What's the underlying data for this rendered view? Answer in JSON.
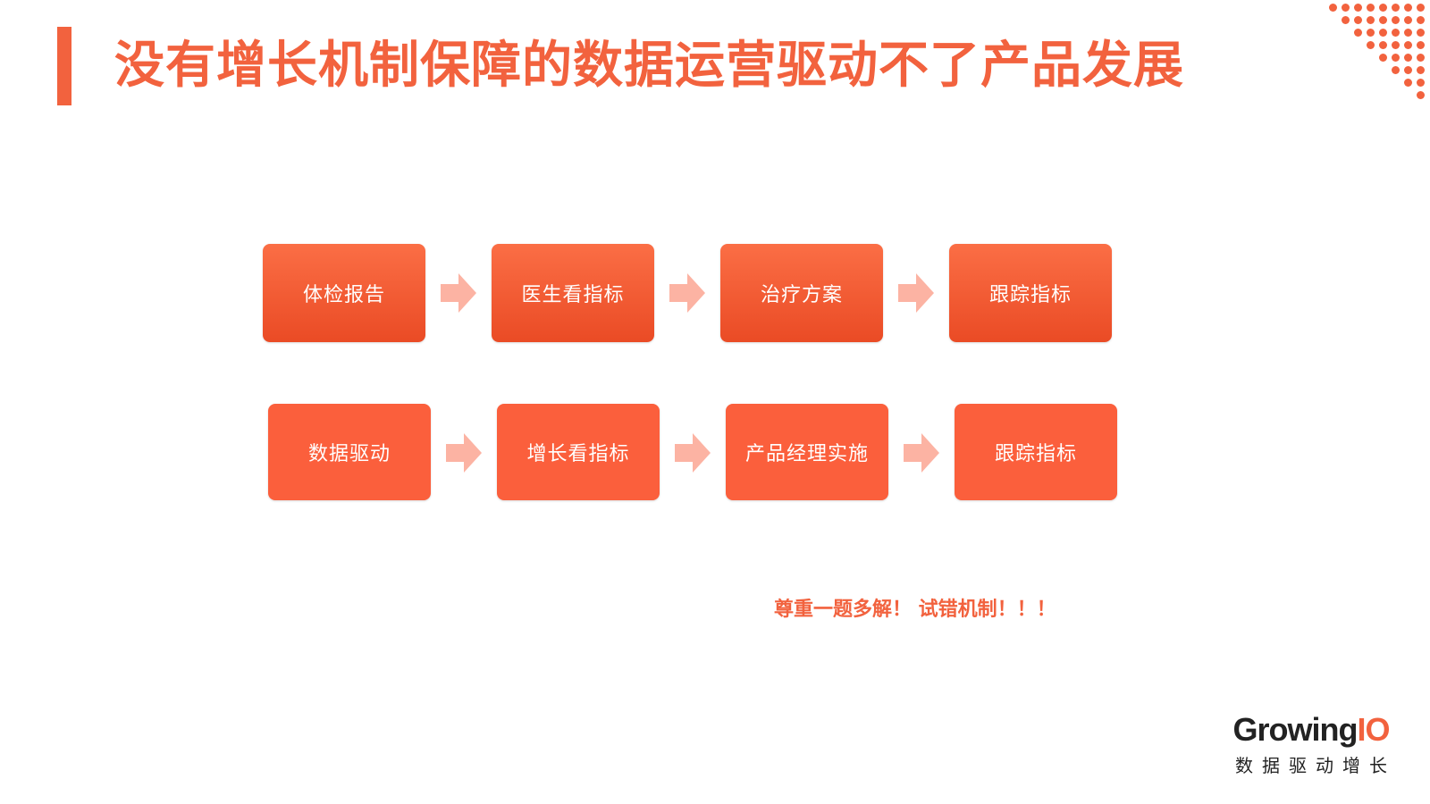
{
  "title": "没有增长机制保障的数据运营驱动不了产品发展",
  "flow_rows": [
    {
      "steps": [
        "体检报告",
        "医生看指标",
        "治疗方案",
        "跟踪指标"
      ]
    },
    {
      "steps": [
        "数据驱动",
        "增长看指标",
        "产品经理实施",
        "跟踪指标"
      ]
    }
  ],
  "note": "尊重一题多解！ 试错机制！！！",
  "logo": {
    "word_main": "Growing",
    "word_accent": "IO",
    "tagline": "数据驱动增长"
  },
  "colors": {
    "accent": "#f2623e",
    "box": "#fb5f3c",
    "arrow": "#fcb3a3"
  }
}
